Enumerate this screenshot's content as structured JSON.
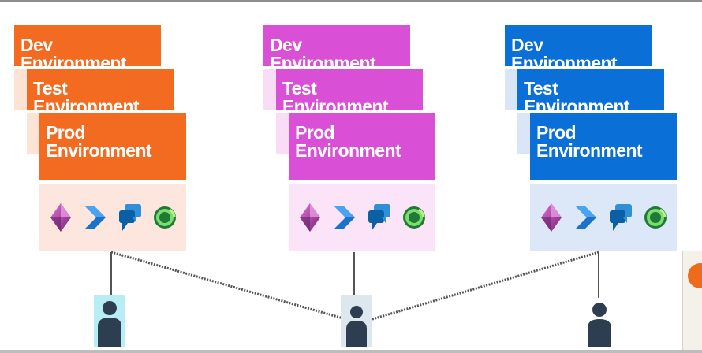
{
  "environments": [
    {
      "dev": "Dev Environment",
      "test": "Test Environment",
      "prod": "Prod Environment",
      "color": "#f26b21",
      "ghost": "#fde3d6",
      "tray": "#fde6de"
    },
    {
      "dev": "Dev Environment",
      "test": "Test Environment",
      "prod": "Prod Environment",
      "color": "#d94fd6",
      "ghost": "#f9dcf6",
      "tray": "#fbe3f8"
    },
    {
      "dev": "Dev Environment",
      "test": "Test Environment",
      "prod": "Prod Environment",
      "color": "#0a70d8",
      "ghost": "#d8e6f7",
      "tray": "#dce8f8"
    }
  ],
  "apps": [
    "power-apps-icon",
    "power-automate-icon",
    "power-virtual-agents-icon",
    "dynamics-365-icon"
  ],
  "people": [
    "user-icon",
    "user-icon",
    "user-icon"
  ],
  "colors": {
    "connector": "#555555",
    "person": "#2d3e50",
    "person_bg": "#b7eef4"
  }
}
